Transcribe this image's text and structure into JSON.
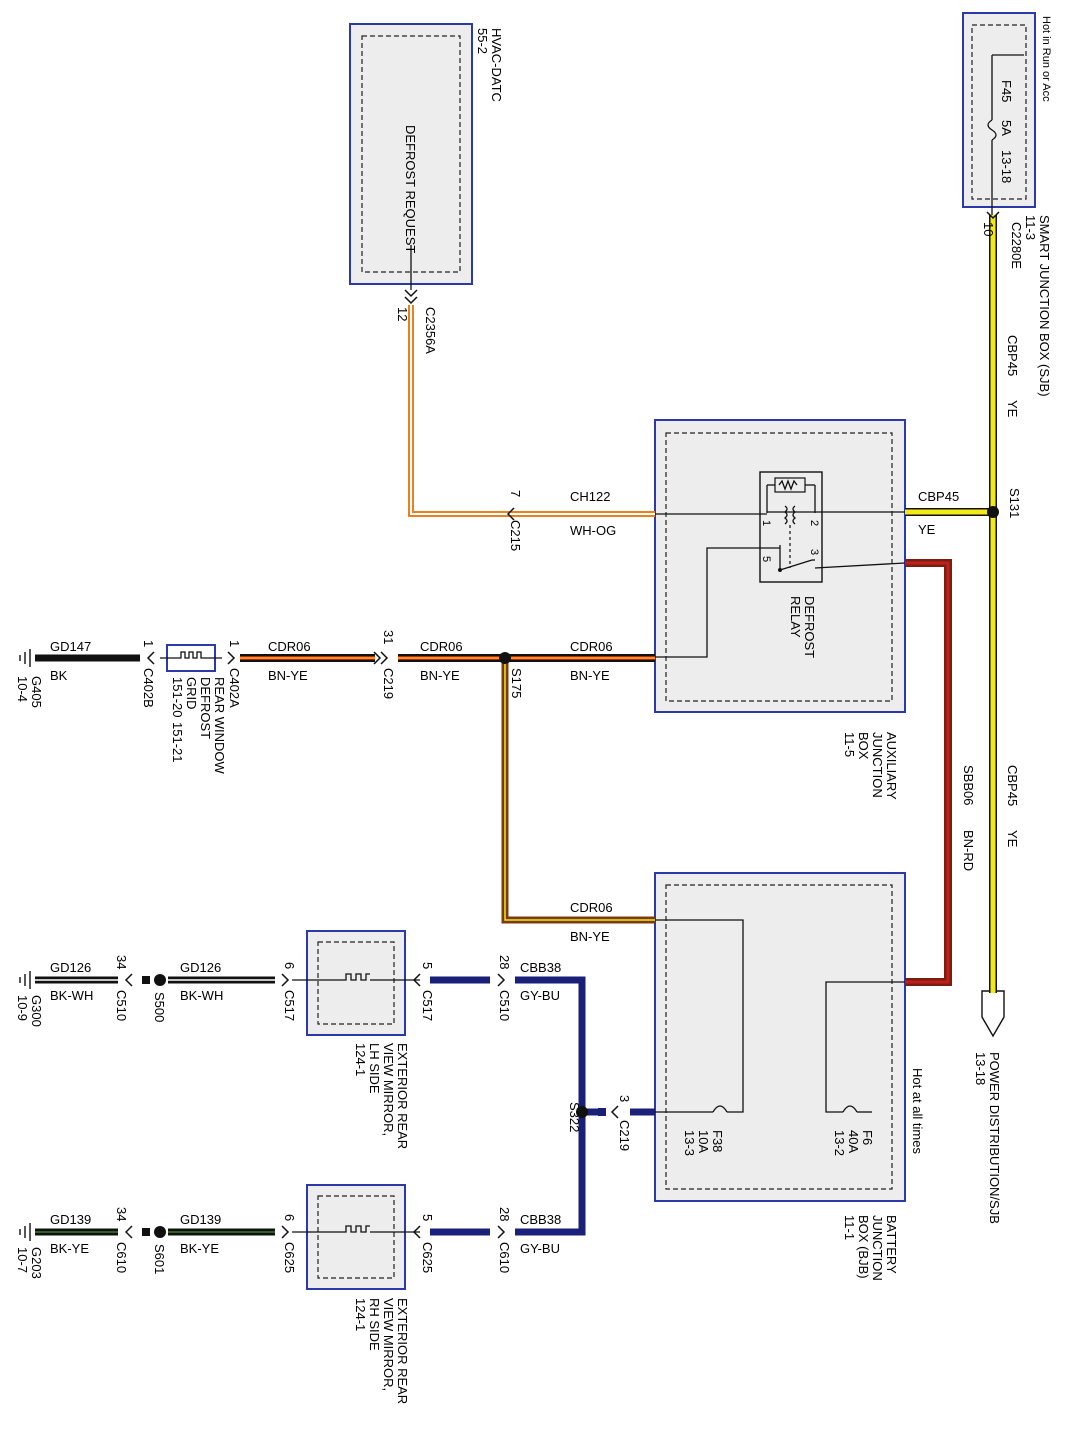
{
  "colors": {
    "yellow": "#f2ea18",
    "orange": "#e8811e",
    "brown": "#7a3b12",
    "red": "#c0201c",
    "blue": "#1a1f78",
    "black": "#111111",
    "green": "#3d7a2a",
    "box_border": "#2b3aa8",
    "box_fill": "#ededed"
  },
  "components": {
    "sjb": {
      "name": "SMART JUNCTION BOX (SJB)",
      "ref": "11-3",
      "note": "Hot in Run or Acc",
      "fuse": "F45",
      "fuse_amp": "5A",
      "fuse_ref": "13-18"
    },
    "hvac": {
      "name": "HVAC-DATC",
      "ref": "55-2",
      "function": "DEFROST REQUEST"
    },
    "ajb": {
      "line1": "AUXILIARY",
      "line2": "JUNCTION",
      "line3": "BOX",
      "ref": "11-5",
      "relay_line1": "DEFROST",
      "relay_line2": "RELAY",
      "pins": [
        "1",
        "2",
        "3",
        "5"
      ]
    },
    "bjb": {
      "line1": "BATTERY",
      "line2": "JUNCTION",
      "line3": "BOX (BJB)",
      "ref": "11-1",
      "note": "Hot at all times",
      "fuse_a": "F6",
      "fuse_a_amp": "40A",
      "fuse_a_ref": "13-2",
      "fuse_b": "F38",
      "fuse_b_amp": "10A",
      "fuse_b_ref": "13-3"
    },
    "power_dist": {
      "name": "POWER DISTRIBUTION/SJB",
      "ref": "13-18"
    },
    "grid": {
      "line1": "REAR WINDOW",
      "line2": "DEFROST",
      "line3": "GRID",
      "ref1": "151-20",
      "ref2": "151-21"
    },
    "mirror_lh": {
      "line1": "EXTERIOR REAR",
      "line2": "VIEW MIRROR,",
      "line3": "LH SIDE",
      "ref": "124-1"
    },
    "mirror_rh": {
      "line1": "EXTERIOR REAR",
      "line2": "VIEW MIRROR,",
      "line3": "RH SIDE",
      "ref": "124-1"
    }
  },
  "wires": {
    "cbp45": {
      "circuit": "CBP45",
      "color": "YE"
    },
    "ch122": {
      "circuit": "CH122",
      "color": "WH-OG"
    },
    "cdr06": {
      "circuit": "CDR06",
      "color": "BN-YE"
    },
    "sbb06": {
      "circuit": "SBB06",
      "color": "BN-RD"
    },
    "cbb38": {
      "circuit": "CBB38",
      "color": "GY-BU"
    },
    "gd147": {
      "circuit": "GD147",
      "color": "BK"
    },
    "gd126": {
      "circuit": "GD126",
      "color": "BK-WH"
    },
    "gd139": {
      "circuit": "GD139",
      "color": "BK-YE"
    }
  },
  "connectors": {
    "c2280e": {
      "id": "C2280E",
      "pin": "10"
    },
    "c2356a": {
      "id": "C2356A",
      "pin": "12"
    },
    "c215": {
      "id": "C215",
      "pin": "7"
    },
    "c219a": {
      "id": "C219",
      "pin": "31"
    },
    "c219b": {
      "id": "C219",
      "pin": "3"
    },
    "c402a": {
      "id": "C402A",
      "pin": "1"
    },
    "c402b": {
      "id": "C402B",
      "pin": "1"
    },
    "c510a": {
      "id": "C510",
      "pin": "28"
    },
    "c510b": {
      "id": "C510",
      "pin": "34"
    },
    "c517a": {
      "id": "C517",
      "pin": "5"
    },
    "c517b": {
      "id": "C517",
      "pin": "6"
    },
    "c610a": {
      "id": "C610",
      "pin": "28"
    },
    "c610b": {
      "id": "C610",
      "pin": "34"
    },
    "c625a": {
      "id": "C625",
      "pin": "5"
    },
    "c625b": {
      "id": "C625",
      "pin": "6"
    }
  },
  "splices": {
    "s131": "S131",
    "s175": "S175",
    "s322": "S322",
    "s500": "S500",
    "s601": "S601"
  },
  "grounds": {
    "g405": {
      "id": "G405",
      "ref": "10-4"
    },
    "g300": {
      "id": "G300",
      "ref": "10-9"
    },
    "g203": {
      "id": "G203",
      "ref": "10-7"
    }
  }
}
